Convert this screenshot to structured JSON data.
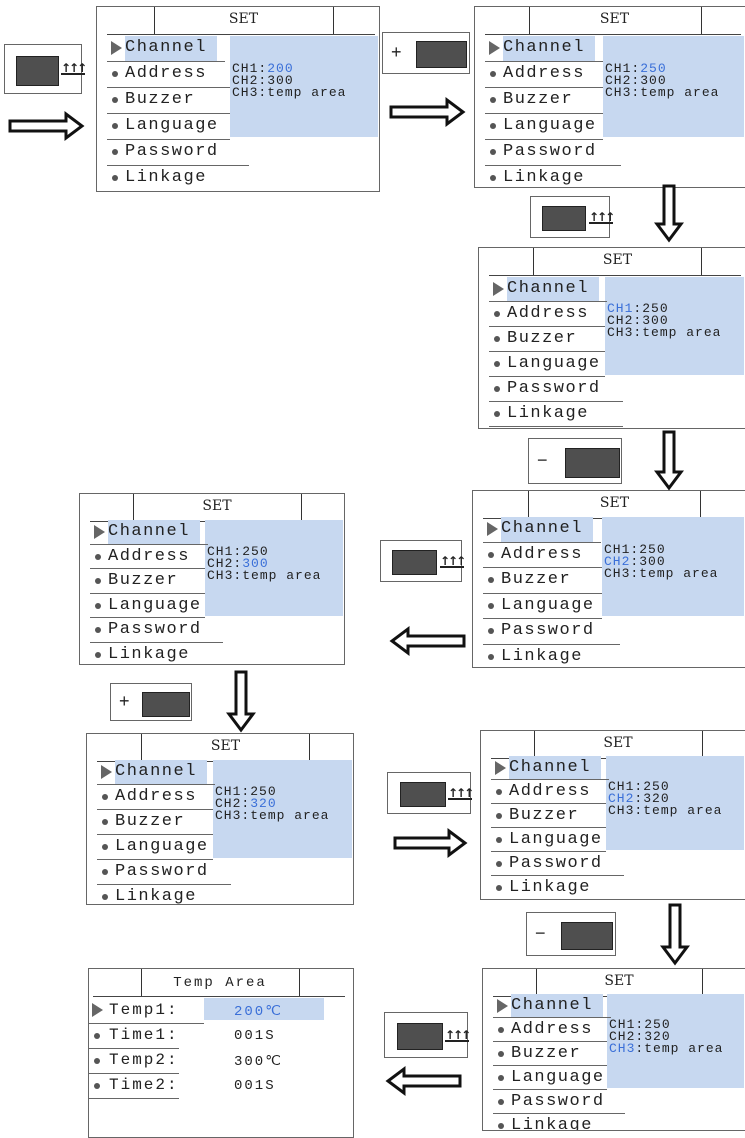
{
  "screen": {
    "title": "SET",
    "menu": [
      "Channel",
      "Address",
      "Buzzer",
      "Language",
      "Password",
      "Linkage"
    ],
    "info_prefix": [
      "CH1:",
      "CH2:",
      "CH3:"
    ]
  },
  "keys": {
    "plus": "+",
    "minus": "−",
    "up_arrows": "↑↑↑"
  },
  "steps": [
    {
      "ch1": "200",
      "ch2": "300",
      "ch3": "temp area",
      "hi": "v1"
    },
    {
      "ch1": "250",
      "ch2": "300",
      "ch3": "temp area",
      "hi": "v1"
    },
    {
      "ch1": "250",
      "ch2": "300",
      "ch3": "temp area",
      "hi": "l1"
    },
    {
      "ch1": "250",
      "ch2": "300",
      "ch3": "temp area",
      "hi": "l2"
    },
    {
      "ch1": "250",
      "ch2": "300",
      "ch3": "temp area",
      "hi": "v2"
    },
    {
      "ch1": "250",
      "ch2": "320",
      "ch3": "temp area",
      "hi": "v2"
    },
    {
      "ch1": "250",
      "ch2": "320",
      "ch3": "temp area",
      "hi": "l2"
    },
    {
      "ch1": "250",
      "ch2": "320",
      "ch3": "temp area",
      "hi": "l3"
    }
  ],
  "temp_area": {
    "title": "Temp Area",
    "rows": [
      {
        "label": "Temp1:",
        "value": "200℃",
        "selected": true
      },
      {
        "label": "Time1:",
        "value": "001S",
        "selected": false
      },
      {
        "label": "Temp2:",
        "value": "300℃",
        "selected": false
      },
      {
        "label": "Time2:",
        "value": "001S",
        "selected": false
      }
    ]
  }
}
